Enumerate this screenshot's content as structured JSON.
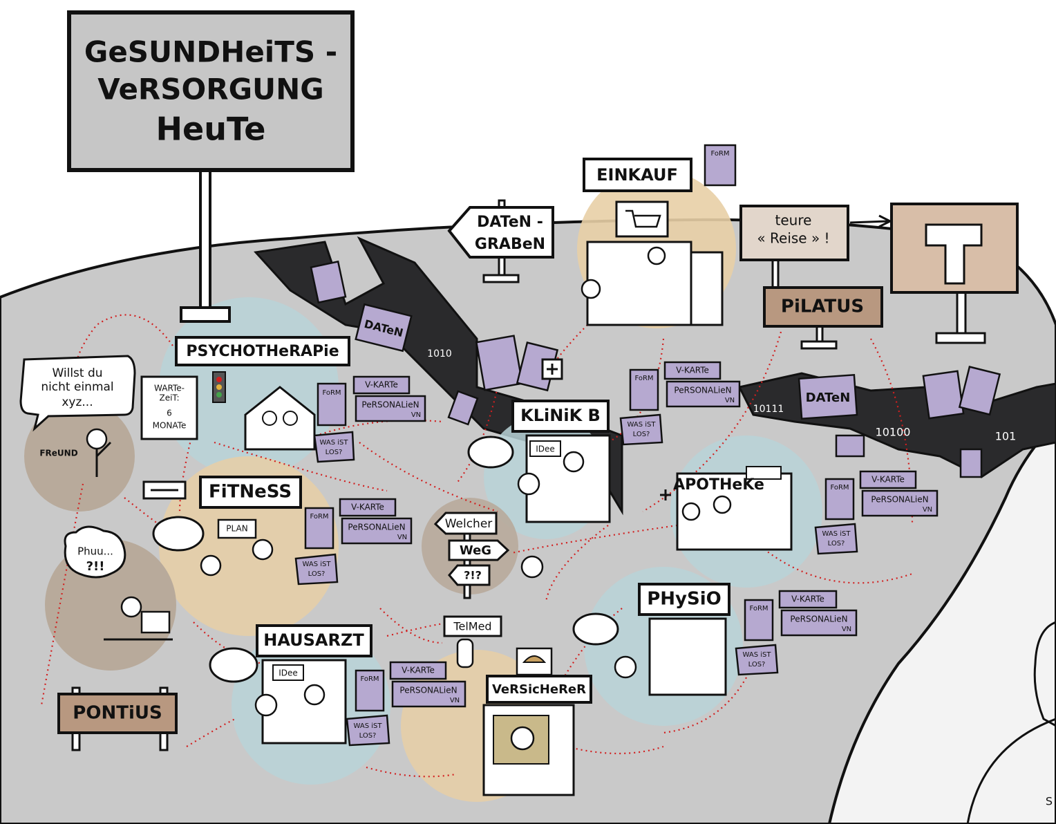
{
  "title": {
    "line1": "GeSUNDHeiTS -",
    "line2": "VeRSORGUNG",
    "line3": "HeuTe"
  },
  "colors": {
    "land": "#c9c9c9",
    "crack": "#2a2a2c",
    "paper": "#b6a9d0",
    "tan": "#e8cfa6",
    "blue_circle": "#b9d3d8",
    "brown_circle": "#b8aa9b",
    "sign_brown": "#b89880",
    "dotted_line": "#d21f1f"
  },
  "signs": {
    "daten_graben": {
      "line1": "DATeN -",
      "line2": "GRABeN"
    },
    "einkauf": "EINKAUF",
    "teure_reise": {
      "line1": "teure",
      "line2": "« Reise » !"
    },
    "pilatus": "PiLATUS",
    "pontius": "PONTiUS",
    "welcher_weg": {
      "line1": "Welcher",
      "line2": "WeG",
      "line3": "?!?"
    },
    "telmed": "TelMed"
  },
  "stations": {
    "psychotherapie": "PSYCHOTHeRAPie",
    "fitness": "FiTNeSS",
    "klinik": "KLiNiK B",
    "apotheke": "APOTHeKe",
    "physio": "PHySiO",
    "hausarzt": "HAUSARZT",
    "versicherer": "VeRSicHeReR"
  },
  "paperwork": {
    "form": "FoRM",
    "vkarte": "V-KARTe",
    "personalien": "PeRSONALieN",
    "vn": "VN",
    "question": {
      "line1": "WAS iST",
      "line2": "LOS?"
    }
  },
  "bubbles": {
    "friend_speech": {
      "line1": "Willst du",
      "line2": "nicht einmal",
      "line3": "xyz..."
    },
    "friend_label": "FReUND",
    "thought": {
      "line1": "Phuu...",
      "line2": "?!!"
    },
    "idee": "IDee",
    "plan": "PLAN",
    "warte": {
      "line1": "WARTe-",
      "line2": "ZeiT:",
      "line3": "6",
      "line4": "MONATe"
    }
  },
  "data_labels": {
    "daten": "DATeN",
    "binary": [
      "1010",
      "10111",
      "10100",
      "101"
    ]
  },
  "credit": "S"
}
